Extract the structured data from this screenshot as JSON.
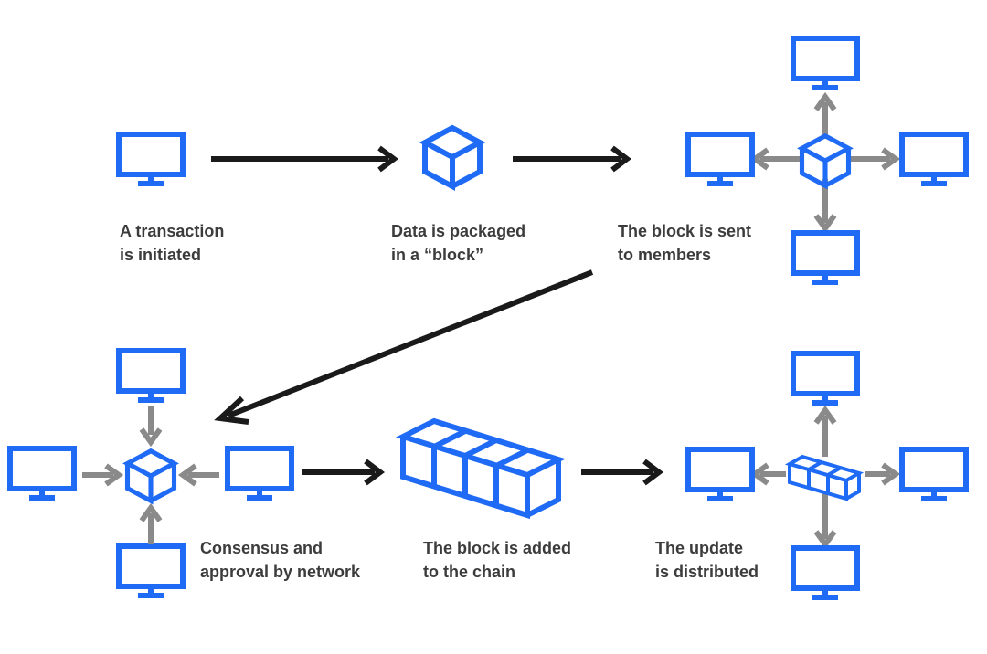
{
  "colors": {
    "icon_blue": "#1f6bf5",
    "main_arrow": "#1a1a1a",
    "net_arrow": "#8a8a8a",
    "caption_text": "#3c3c3c"
  },
  "icons": {
    "monitor": "monitor-icon",
    "block": "block-icon",
    "chain": "chain-icon"
  },
  "steps": [
    {
      "id": "transaction-initiated",
      "lines": [
        "A transaction",
        "is initiated"
      ]
    },
    {
      "id": "data-packaged",
      "lines": [
        "Data is packaged",
        "in a “block”"
      ]
    },
    {
      "id": "block-sent",
      "lines": [
        "The block is sent",
        "to members"
      ]
    },
    {
      "id": "consensus-approval",
      "lines": [
        "Consensus and",
        "approval by network"
      ]
    },
    {
      "id": "block-added",
      "lines": [
        "The block is added",
        "to the chain"
      ]
    },
    {
      "id": "update-distributed",
      "lines": [
        "The update",
        "is distributed"
      ]
    }
  ]
}
